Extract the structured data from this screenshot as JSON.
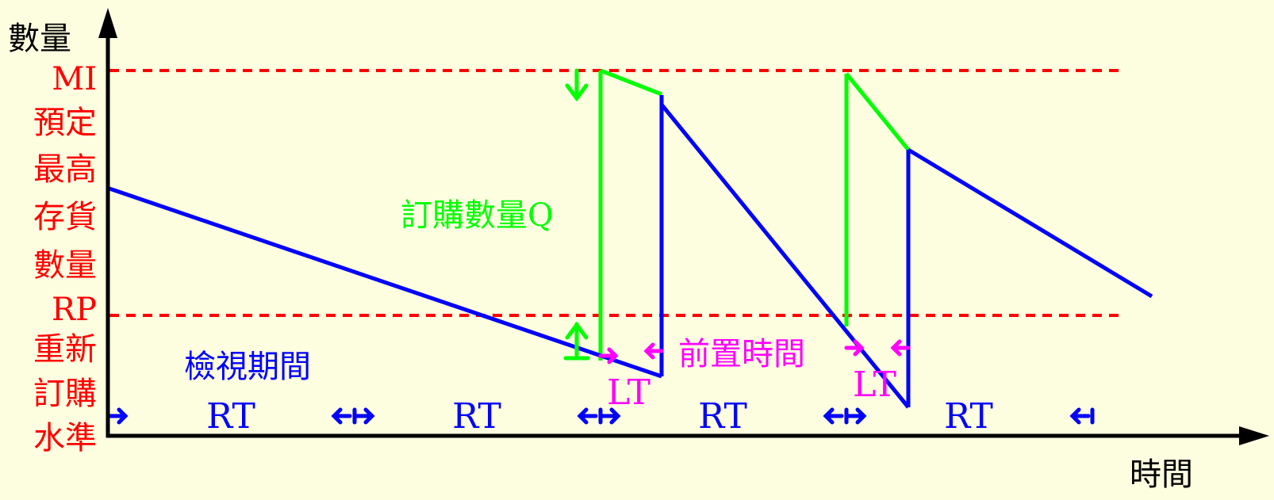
{
  "axes": {
    "y_label": "數量",
    "x_label": "時間"
  },
  "levels": {
    "mi": {
      "code": "MI",
      "lines": [
        "預定",
        "最高",
        "存貨",
        "數量"
      ]
    },
    "rp": {
      "code": "RP",
      "lines": [
        "重新",
        "訂購",
        "水準"
      ]
    }
  },
  "annotations": {
    "order_quantity": "訂購數量Q",
    "review_period": "檢視期間",
    "lead_time": "前置時間",
    "lt": "LT",
    "rt": "RT"
  },
  "colors": {
    "background": "#fdfde0",
    "axis": "#000000",
    "level_line": "#ff0000",
    "inventory": "#0000ff",
    "order": "#00ff00",
    "lead_time": "#ff00ff",
    "level_text": "#ff0000"
  }
}
